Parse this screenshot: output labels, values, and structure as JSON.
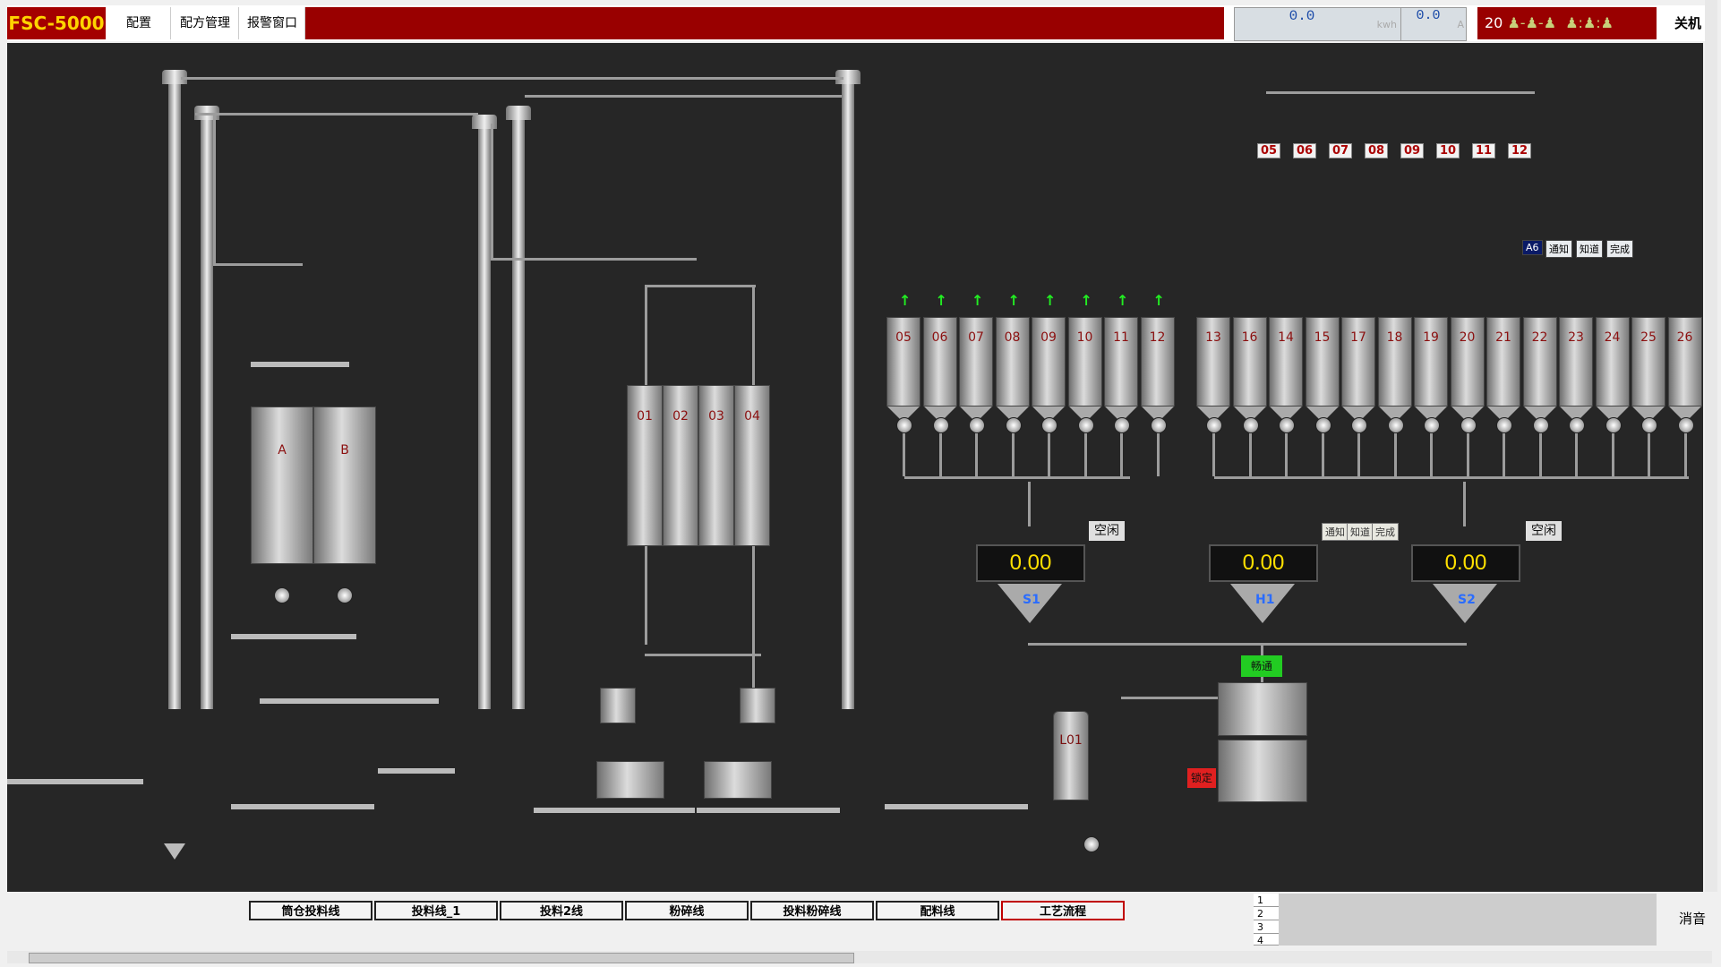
{
  "header": {
    "logo": "FSC-5000",
    "menu": [
      "配置",
      "配方管理",
      "报警窗口"
    ],
    "energy_value": "0.0",
    "energy_unit": "kwh",
    "current_value": "0.0",
    "current_unit": "A",
    "clock": "20",
    "shutdown": "关机"
  },
  "main": {
    "storage_bins_left": [
      "A",
      "B"
    ],
    "silos_mid": [
      "01",
      "02",
      "03",
      "04"
    ],
    "silos_group1": [
      "05",
      "06",
      "07",
      "08",
      "09",
      "10",
      "11",
      "12"
    ],
    "silos_group2": [
      "13",
      "16",
      "14",
      "15",
      "17",
      "18",
      "19",
      "20",
      "21",
      "22",
      "23",
      "24",
      "25",
      "26"
    ],
    "distributor_tags": [
      "05",
      "06",
      "07",
      "08",
      "09",
      "10",
      "11",
      "12"
    ],
    "a6_label": "A6",
    "a6_buttons": [
      "通知",
      "知道",
      "完成"
    ],
    "scale_s1": {
      "name": "S1",
      "value": "0.00",
      "status": "空闲"
    },
    "scale_h1": {
      "name": "H1",
      "value": "0.00",
      "buttons": [
        "通知",
        "知道",
        "完成"
      ]
    },
    "scale_s2": {
      "name": "S2",
      "value": "0.00",
      "status": "空闲"
    },
    "mixer_status": "畅通",
    "lock_label": "锁定",
    "liquid_tank": "L01"
  },
  "footer": {
    "tabs": [
      "筒仓投料线",
      "投料线_1",
      "投料2线",
      "粉碎线",
      "投料粉碎线",
      "配料线",
      "工艺流程"
    ],
    "active_tab": "工艺流程",
    "alarm_rows": [
      "1",
      "2",
      "3",
      "4"
    ],
    "mute": "消音"
  }
}
